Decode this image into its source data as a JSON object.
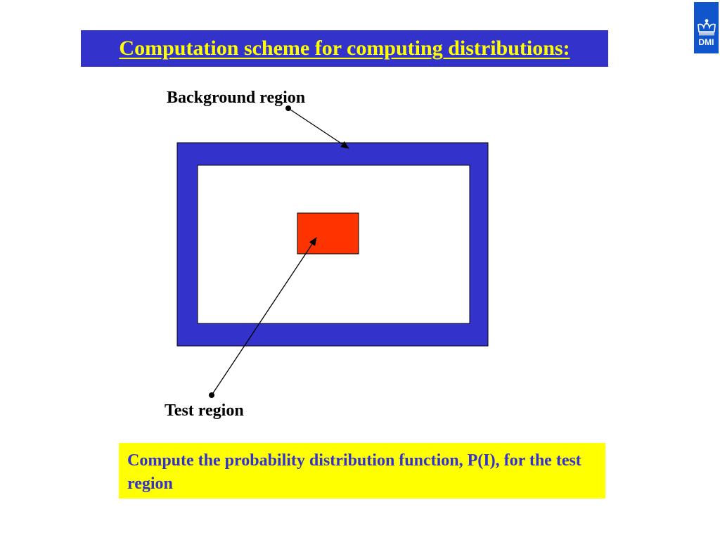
{
  "title": "Computation scheme for computing distributions:",
  "logo": {
    "icon": "crown-icon",
    "text": "DMI"
  },
  "labels": {
    "background_region": "Background region",
    "test_region": "Test region"
  },
  "note": "Compute the probability distribution function, P(I), for the test region",
  "colors": {
    "title_bg": "#3333cc",
    "title_text": "#ffff00",
    "background_region": "#3333cc",
    "test_region": "#ff3300",
    "note_bg": "#ffff00",
    "note_text": "#3333cc",
    "logo_bg": "#1155cc"
  }
}
